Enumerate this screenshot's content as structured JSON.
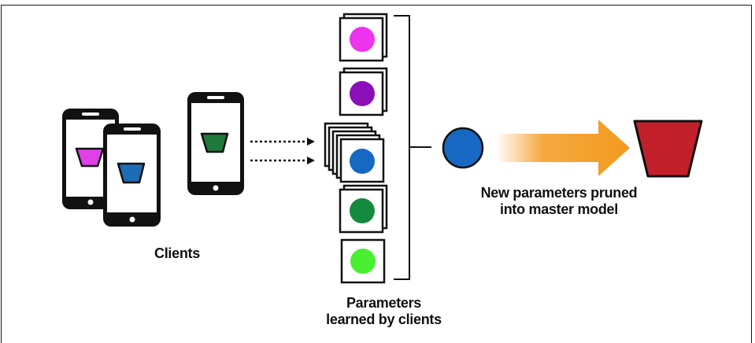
{
  "labels": {
    "clients": "Clients",
    "parameters_line1": "Parameters",
    "parameters_line2": "learned by clients",
    "pruned_line1": "New parameters pruned",
    "pruned_line2": "into master model"
  },
  "colors": {
    "outline": "#111111",
    "phone_body": "#111111",
    "client_model_magenta": "#e040e8",
    "client_model_blue": "#1d6db5",
    "client_model_green": "#1f7a3a",
    "param_magenta": "#ee33ee",
    "param_purple": "#8a0fb8",
    "param_blue": "#1668c2",
    "param_green": "#148a3c",
    "param_lime": "#49f032",
    "aggregate_node": "#1668c2",
    "arrow_orange": "#f39a1e",
    "master_model": "#c2202b"
  },
  "icons": {
    "phone": "smartphone-icon",
    "model": "trapezoid-model-icon",
    "parameter_card": "parameter-card-icon",
    "bracket": "bracket",
    "arrow": "arrow-icon"
  }
}
